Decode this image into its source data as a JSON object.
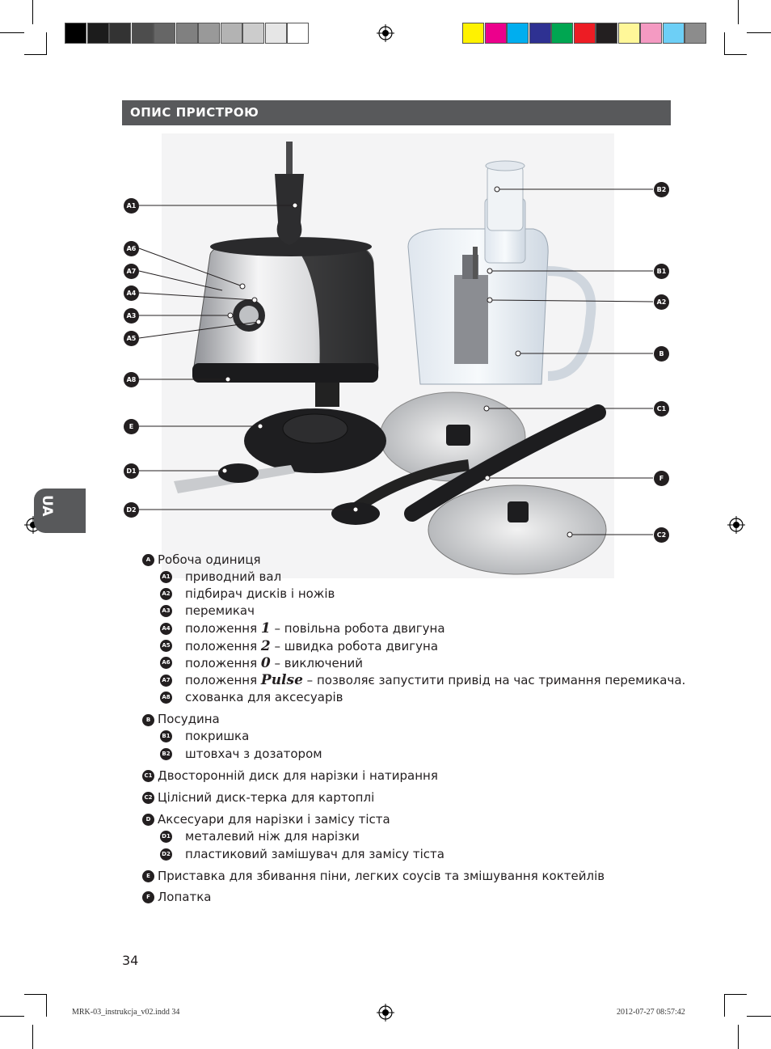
{
  "print_marks": {
    "grayscale_swatches": [
      "#000000",
      "#1c1c1c",
      "#333333",
      "#4d4d4d",
      "#666666",
      "#808080",
      "#999999",
      "#b3b3b3",
      "#cccccc",
      "#e6e6e6",
      "#ffffff"
    ],
    "color_swatches": [
      "#fff200",
      "#ec008c",
      "#00aeef",
      "#2e3192",
      "#00a651",
      "#ed1c24",
      "#231f20",
      "#fff799",
      "#f49ac2",
      "#6dcff6",
      "#8c8c8c"
    ]
  },
  "header": {
    "title": "ОПИС ПРИСТРОЮ"
  },
  "side_tab": {
    "label": "UA"
  },
  "callouts": {
    "left": [
      "A1",
      "A6",
      "A7",
      "A4",
      "A3",
      "A5",
      "A8",
      "E",
      "D1",
      "D2"
    ],
    "right": [
      "B2",
      "B1",
      "A2",
      "B",
      "C1",
      "F",
      "C2"
    ]
  },
  "legend": {
    "A": {
      "badge": "A",
      "label": "Робоча одиниця"
    },
    "A_items": [
      {
        "badge": "A1",
        "text": "приводний вал"
      },
      {
        "badge": "A2",
        "text": "підбирач дисків і ножів"
      },
      {
        "badge": "A3",
        "text": "перемикач"
      },
      {
        "badge": "A4",
        "pre": "положення ",
        "num": "1",
        "post": " – повільна робота двигуна"
      },
      {
        "badge": "A5",
        "pre": "положення ",
        "num": "2",
        "post": " – швидка робота двигуна"
      },
      {
        "badge": "A6",
        "pre": "положення ",
        "num": "0",
        "post": " – виключений"
      },
      {
        "badge": "A7",
        "pre": "положення ",
        "num": "Pulse",
        "post": " – позволяє запустити привід на час тримання перемикача."
      },
      {
        "badge": "A8",
        "text": "сховaнка для аксесуарів"
      }
    ],
    "B": {
      "badge": "B",
      "label": "Посудина"
    },
    "B_items": [
      {
        "badge": "B1",
        "text": "покришка"
      },
      {
        "badge": "B2",
        "text": "штовхач з дозатором"
      }
    ],
    "C1": {
      "badge": "C1",
      "label": "Двосторонній диск для нарізки і натирання"
    },
    "C2": {
      "badge": "C2",
      "label": "Цілісний диск-терка для картоплі"
    },
    "D": {
      "badge": "D",
      "label": "Аксесуари для нарізки і замісу тіста"
    },
    "D_items": [
      {
        "badge": "D1",
        "text": "металевий ніж для нарізки"
      },
      {
        "badge": "D2",
        "text": "пластиковий замішувач для замісу тіста"
      }
    ],
    "E": {
      "badge": "E",
      "label": "Приставка для збивання піни, легких соусів та змішування коктейлів"
    },
    "F": {
      "badge": "F",
      "label": "Лопатка"
    }
  },
  "page_number": "34",
  "footer": {
    "file": "MRK-03_instrukcja_v02.indd   34",
    "timestamp": "2012-07-27   08:57:42"
  }
}
